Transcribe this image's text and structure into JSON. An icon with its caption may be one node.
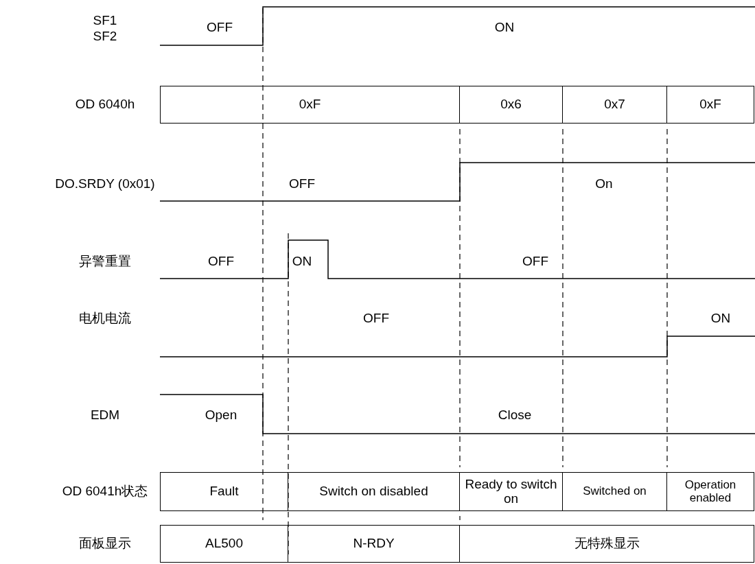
{
  "diagram": {
    "nodes": [
      {
        "text": [
          "0xF"
        ]
      },
      {
        "text": [
          "0x6"
        ]
      },
      {
        "text": [
          "0x7"
        ]
      },
      {
        "text": [
          "0xF"
        ]
      },
      {
        "text": [
          "Fault"
        ]
      },
      {
        "text": [
          "Switch on disabled"
        ]
      },
      {
        "text": [
          "Ready to switch on"
        ]
      },
      {
        "text": [
          "Switched on"
        ]
      },
      {
        "text": [
          "Operation enabled"
        ]
      },
      {
        "text": [
          "AL500"
        ]
      },
      {
        "text": [
          "N-RDY"
        ]
      },
      {
        "text": [
          "无特殊显示"
        ]
      }
    ],
    "labels": [
      "SF1",
      "OFF",
      "ON",
      "SF2",
      "OD 6040h",
      "DO.SRDY (0x01)",
      "OFF",
      "On",
      "异警重置",
      "OFF",
      "ON",
      "OFF",
      "电机电流",
      "OFF",
      "ON",
      "EDM",
      "Open",
      "Close",
      "OD 6041h状态",
      "面板显示"
    ]
  }
}
